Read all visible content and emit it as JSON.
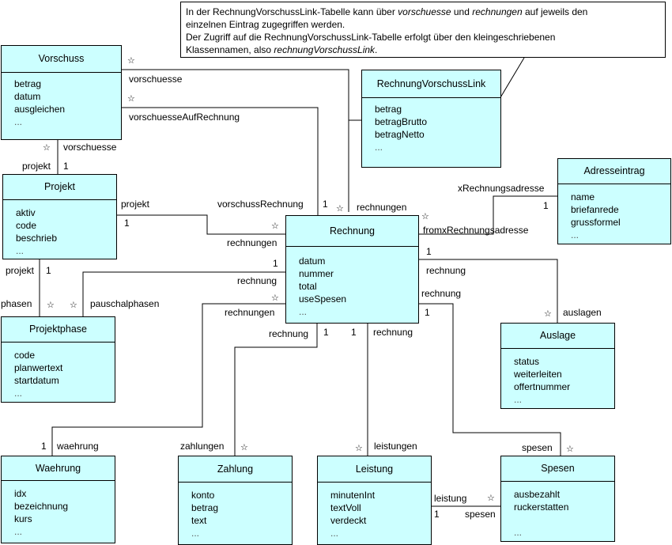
{
  "note": {
    "line1_a": "In der RechnungVorschussLink-Tabelle  kann über ",
    "line1_i1": "vorschuesse",
    "line1_b": " und ",
    "line1_i2": "rechnungen",
    "line1_c": "  auf jeweils den",
    "line2": "einzelnen Eintrag zugegriffen  werden.",
    "line3": "Der Zugriff auf die RechnungVorschussLink-Tabelle  erfolgt über den kleingeschriebenen",
    "line4_a": "Klassennamen, also ",
    "line4_i": "rechnungVorschussLink",
    "line4_b": "."
  },
  "classes": {
    "vorschuss": {
      "name": "Vorschuss",
      "attrs": [
        "betrag",
        "datum",
        "ausgleichen",
        "..."
      ]
    },
    "rvlink": {
      "name": "RechnungVorschussLink",
      "attrs": [
        "betrag",
        "betragBrutto",
        "betragNetto",
        "..."
      ]
    },
    "adresseintrag": {
      "name": "Adresseintrag",
      "attrs": [
        "name",
        "briefanrede",
        "grussformel",
        "..."
      ]
    },
    "projekt": {
      "name": "Projekt",
      "attrs": [
        "aktiv",
        "code",
        "beschrieb",
        "..."
      ]
    },
    "rechnung": {
      "name": "Rechnung",
      "attrs": [
        "datum",
        "nummer",
        "total",
        "useSpesen",
        "..."
      ]
    },
    "projektphase": {
      "name": "Projektphase",
      "attrs": [
        "code",
        "planwertext",
        "startdatum",
        "..."
      ]
    },
    "auslage": {
      "name": "Auslage",
      "attrs": [
        "status",
        "weiterleiten",
        "offertnummer",
        "..."
      ]
    },
    "waehrung": {
      "name": "Waehrung",
      "attrs": [
        "idx",
        "bezeichnung",
        "kurs",
        "..."
      ]
    },
    "zahlung": {
      "name": "Zahlung",
      "attrs": [
        "konto",
        "betrag",
        "text",
        "..."
      ]
    },
    "leistung": {
      "name": "Leistung",
      "attrs": [
        "minutenInt",
        "textVoll",
        "verdeckt",
        "..."
      ]
    },
    "spesen": {
      "name": "Spesen",
      "attrs": [
        "ausbezahlt",
        "ruckerstatten",
        "",
        "..."
      ]
    }
  },
  "labels": {
    "vorschuesse_top": "vorschuesse",
    "vorschuesseAufRechnung": "vorschuesseAufRechnung",
    "vorschuesse_projekt": "vorschuesse",
    "projekt_vorschuss": "projekt",
    "projekt_rechnung": "projekt",
    "vorschussRechnung": "vorschussRechnung",
    "rechnungen_projekt": "rechnungen",
    "rechnungen_link": "rechnungen",
    "xRechnungsadresse": "xRechnungsadresse",
    "fromxRechnungsadresse": "fromxRechnungsadresse",
    "rechnung_phase": "rechnung",
    "rechnungen_waehrung": "rechnungen",
    "rechnung_zahlung": "rechnung",
    "rechnung_leistung": "rechnung",
    "rechnung_auslage": "rechnung",
    "rechnung_spesen": "rechnung",
    "projekt_phase": "projekt",
    "phasen": "phasen",
    "pauschalphasen": "pauschalphasen",
    "auslagen": "auslagen",
    "waehrung": "waehrung",
    "zahlungen": "zahlungen",
    "leistungen": "leistungen",
    "spesen_top": "spesen",
    "leistung_spesen": "leistung",
    "spesen_leistung": "spesen"
  },
  "multiplicity": {
    "one": "1",
    "many": "☆"
  }
}
